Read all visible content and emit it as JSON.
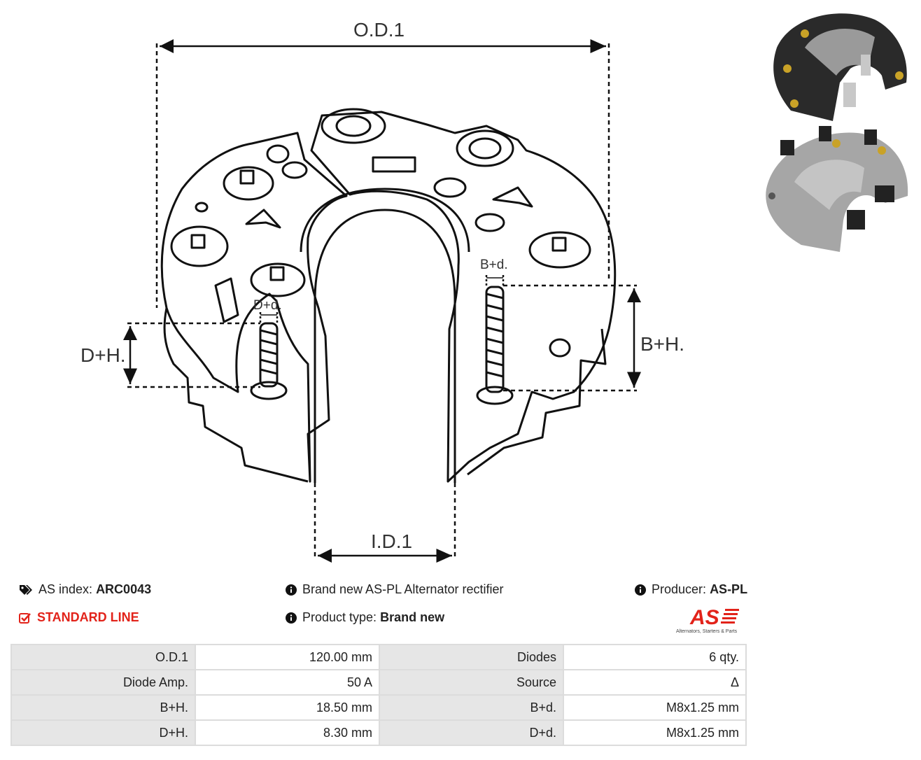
{
  "drawing": {
    "labels": {
      "od1": "O.D.1",
      "id1": "I.D.1",
      "dh": "D+H.",
      "bh": "B+H.",
      "dd": "D+d.",
      "bd": "B+d."
    }
  },
  "info": {
    "as_index_label": "AS index:",
    "as_index_value": "ARC0043",
    "standard_line": "STANDARD LINE",
    "description": "Brand new AS-PL Alternator rectifier",
    "product_type_label": "Product type:",
    "product_type_value": "Brand new",
    "producer_label": "Producer:",
    "producer_value": "AS-PL"
  },
  "logo": {
    "mark": "AS",
    "tagline": "Alternators, Starters & Parts"
  },
  "icons": {
    "tags": "tags-icon",
    "check": "check-square-icon",
    "info": "info-circle-icon"
  },
  "colors": {
    "accent_red": "#e2231a",
    "table_key_bg": "#e6e6e6",
    "table_border": "#dcdcdc"
  },
  "specs": {
    "rows": [
      {
        "k1": "O.D.1",
        "v1": "120.00 mm",
        "k2": "Diodes",
        "v2": "6 qty."
      },
      {
        "k1": "Diode Amp.",
        "v1": "50 A",
        "k2": "Source",
        "v2": "Δ"
      },
      {
        "k1": "B+H.",
        "v1": "18.50 mm",
        "k2": "B+d.",
        "v2": "M8x1.25 mm"
      },
      {
        "k1": "D+H.",
        "v1": "8.30 mm",
        "k2": "D+d.",
        "v2": "M8x1.25 mm"
      }
    ]
  }
}
